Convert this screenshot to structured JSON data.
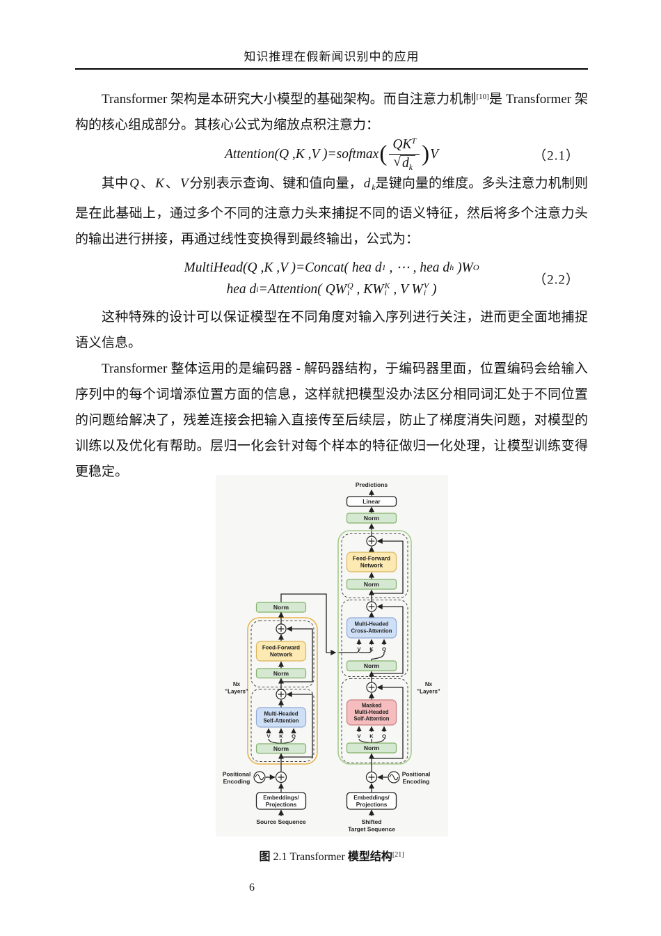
{
  "header": {
    "title": "知识推理在假新闻识别中的应用"
  },
  "p1": {
    "pre": "Transformer 架构是本研究大小模型的基础架构。而自注意力机制",
    "sup": "[10]",
    "post": "是 Transformer 架构的核心组成部分。其核心公式为缩放点积注意力："
  },
  "eq1": {
    "f1": "Attention(Q ,K ,V )=softmax",
    "lp": "(",
    "num": "QK",
    "num_sup": "T",
    "rad": "√",
    "den": "d",
    "den_sub": "k",
    "rp": ")",
    "tail": "V",
    "number": "（2.1）"
  },
  "p2": {
    "a": "其中",
    "q": "Q",
    "c1": "、",
    "k": "K",
    "c2": "、",
    "v": "V",
    "b": "分别表示查询、键和值向量，",
    "d": "d",
    "dk": "k",
    "c": "是键向量的维度。多头注意力机制则是在此基础上，通过多个不同的注意力头来捕捉不同的语义特征，然后将多个注意力头的输出进行拼接，再通过线性变换得到最终输出，公式为："
  },
  "eq2": {
    "a": "MultiHead(Q ,K ,V )=Concat( hea d",
    "s1": "1",
    "b": " , ⋯ , hea d",
    "s2": "h",
    "c": " )W",
    "o": "O",
    "t1": "hea d",
    "si": "i",
    "t2": "=Attention( QW",
    "w1t": "Q",
    "w1b": "i",
    "t3": " , KW",
    "w2t": "K",
    "w2b": "i",
    "t4": " , V W",
    "w3t": "V",
    "w3b": "i",
    "t5": " )",
    "number": "（2.2）"
  },
  "p3": {
    "text": "这种特殊的设计可以保证模型在不同角度对输入序列进行关注，进而更全面地捕捉语义信息。"
  },
  "p4": {
    "text": "Transformer 整体运用的是编码器 - 解码器结构，于编码器里面，位置编码会给输入序列中的每个词增添位置方面的信息，这样就把模型没办法区分相同词汇处于不同位置的问题给解决了，残差连接会把输入直接传至后续层，防止了梯度消失问题，对模型的训练以及优化有帮助。层归一化会针对每个样本的特征做归一化处理，让模型训练变得更稳定。"
  },
  "figure": {
    "caption_b1": "图",
    "caption_mid": " 2.1 Transformer ",
    "caption_b2": "模型结构",
    "caption_ref": "[21]",
    "diagram": {
      "predictions": "Predictions",
      "linear": "Linear",
      "norm": "Norm",
      "ffn_l1": "Feed-Forward",
      "ffn_l2": "Network",
      "mhca_l1": "Multi-Headed",
      "mhca_l2": "Cross-Attention",
      "mhsa_l1": "Multi-Headed",
      "mhsa_l2": "Self-Attention",
      "masked_l1": "Masked",
      "masked_l2": "Multi-Headed",
      "masked_l3": "Self-Attention",
      "v": "V",
      "k": "K",
      "q": "Q",
      "nx": "Nx",
      "layers": "\"Layers\"",
      "pos_l1": "Positional",
      "pos_l2": "Encoding",
      "emb_l1": "Embeddings/",
      "emb_l2": "Projections",
      "source_seq": "Source Sequence",
      "shifted_l1": "Shifted",
      "shifted_l2": "Target Sequence",
      "colors": {
        "green_fill": "#d5e8d2",
        "green_stroke": "#83b169",
        "yellow_fill": "#fdeab2",
        "yellow_stroke": "#d9b55c",
        "blue_fill": "#cfe0f6",
        "blue_stroke": "#8fa9d8",
        "red_fill": "#f5bdbd",
        "red_stroke": "#c98080",
        "encoder_border": "#e8b44a",
        "decoder_border": "#a5cc8b"
      }
    }
  },
  "footer": {
    "page_number": "6"
  }
}
